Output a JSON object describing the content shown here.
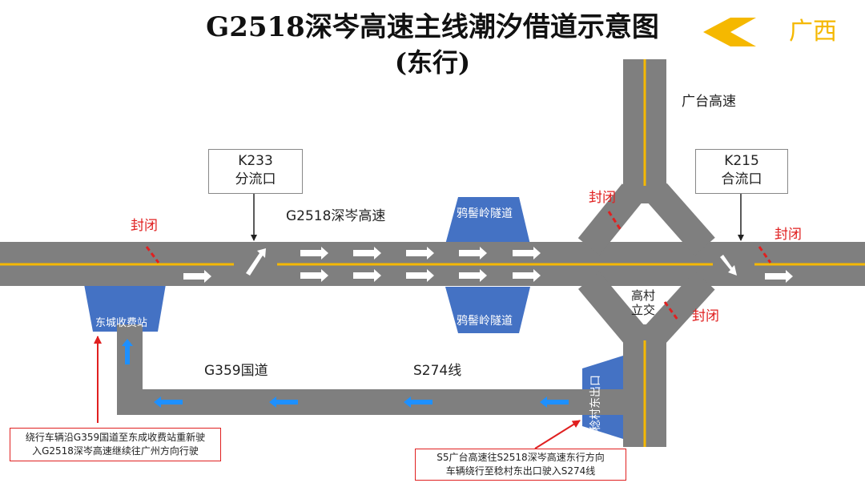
{
  "title": "G2518深岑高速主线潮汐借道示意图",
  "subtitle": "(东行)",
  "direction_label": "广西",
  "roads": {
    "expressway": "G2518深岑高速",
    "guangtai": "广台高速",
    "national_road": "G359国道",
    "provincial_road": "S274线"
  },
  "nodes": {
    "split": {
      "km": "K233",
      "type": "分流口"
    },
    "merge": {
      "km": "K215",
      "type": "合流口"
    },
    "interchange_line1": "高村",
    "interchange_line2": "立交",
    "tunnel_top": "鸦髻岭隧道",
    "tunnel_bottom": "鸦髻岭隧道",
    "toll_station": "东城收费站",
    "exit": "稔村东出口"
  },
  "closed_label": "封闭",
  "notes": {
    "left_line1": "绕行车辆沿G359国道至东成收费站重新驶",
    "left_line2": "入G2518深岑高速继续往广州方向行驶",
    "right_line1": "S5广台高速往S2518深岑高速东行方向",
    "right_line2": "车辆绕行至稔村东出口驶入S274线"
  },
  "colors": {
    "road": "#7f7f7f",
    "center_line": "#f5b800",
    "closed": "#e02020",
    "structure": "#4472c4",
    "flow_arrow": "#1e90ff",
    "direction_arrow": "#f5b800"
  }
}
